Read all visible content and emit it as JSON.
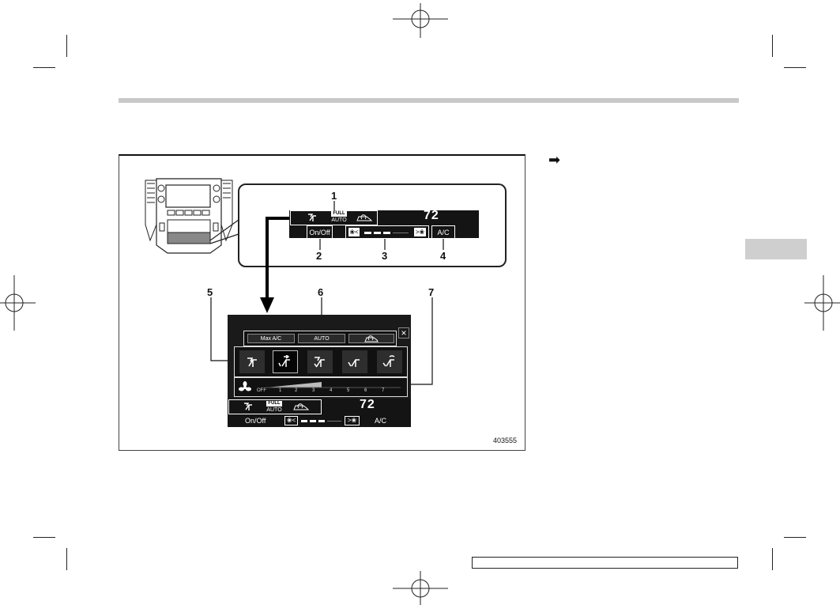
{
  "figure": {
    "id": "403555",
    "callouts": [
      "1",
      "2",
      "3",
      "4",
      "5",
      "6",
      "7"
    ]
  },
  "inset": {
    "full_label": "FULL",
    "auto_label": "AUTO",
    "temp": "72",
    "onoff": "On/Off",
    "ac": "A/C"
  },
  "panel": {
    "max_ac": "Max A/C",
    "auto": "AUTO",
    "close": "×",
    "fan_levels": [
      "OFF",
      "1",
      "2",
      "3",
      "4",
      "5",
      "6",
      "7"
    ],
    "full_label": "FULL",
    "auto_label": "AUTO",
    "temp": "72",
    "onoff": "On/Off",
    "ac": "A/C"
  },
  "text": {
    "arrow": "➡"
  },
  "icons": [
    "vent-face-icon",
    "vent-face-feet-icon",
    "vent-feet-icon",
    "vent-defrost-feet-icon",
    "fan-icon",
    "recirculation-icon",
    "fan-low-icon",
    "fan-high-icon",
    "close-icon",
    "page-arrow-icon"
  ]
}
